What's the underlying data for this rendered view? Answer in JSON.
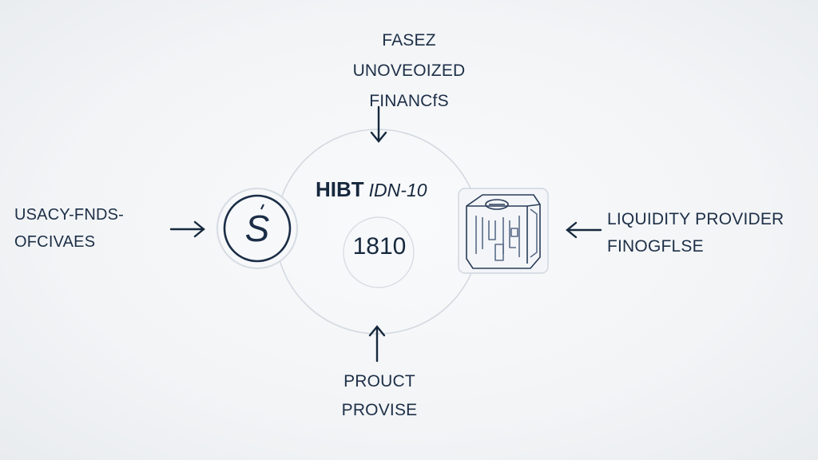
{
  "top_node": {
    "lines": [
      "FASEZ",
      "UNOVEOIZED",
      "FINANCfS"
    ]
  },
  "left_node": {
    "lines": [
      "USACY-FNDS-",
      "OFCIVAES"
    ]
  },
  "right_node": {
    "lines": [
      "LIQUIDITY PROVIDER",
      "FINOGFLSE"
    ]
  },
  "bottom_node": {
    "lines": [
      "PROUCT",
      "PROVISE"
    ]
  },
  "center": {
    "title": "HIBT",
    "subtitle": "IDN-10",
    "value": "1810",
    "left_symbol": "S",
    "right_icon": "cube-icon"
  },
  "colors": {
    "ink": "#16283d",
    "ring": "#cfd6df",
    "background": "#f5f6f8"
  }
}
